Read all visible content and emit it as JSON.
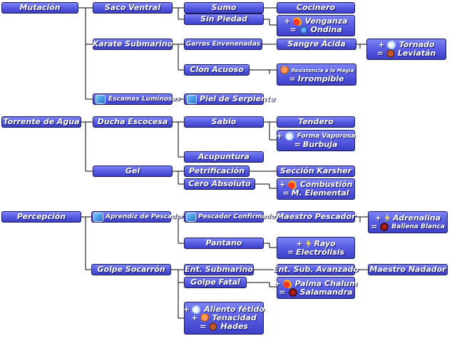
{
  "nodes": {
    "mutacion": "Mutación",
    "saco_ventral": "Saco Ventral",
    "sumo": "Sumo",
    "cocinero": "Cocinero",
    "sin_piedad": "Sin Piedad",
    "venganza_plus": "+",
    "venganza": "Venganza",
    "ondina_eq": "=",
    "ondina": "Ondina",
    "karate_submarino": "Karate Submarino",
    "garras_envenenadas": "Garras Envenenadas",
    "sangre_acida": "Sangre Ácida",
    "tornado_plus": "+",
    "tornado": "Tornado",
    "leviatan_eq": "=",
    "leviatan": "Leviatán",
    "clon_acuoso": "Clon Acuoso",
    "resistencia_magia": "Resistencia a la Magia",
    "irrompible_eq": "=",
    "irrompible": "Irrompible",
    "escamas_luminosas": "Escamas Luminosas",
    "piel_serpiente": "Piel de Serpiente",
    "torrente_agua": "Torrente de Agua",
    "ducha_escocesa": "Ducha Escocesa",
    "sabio": "Sabio",
    "tendero": "Tendero",
    "forma_vaporosa_plus": "+",
    "forma_vaporosa": "Forma Vaporosa",
    "burbuja_eq": "=",
    "burbuja": "Burbuja",
    "acupuntura": "Acupuntura",
    "gel": "Gel",
    "petrificacion": "Petrificación",
    "seccion_karsher": "Sección Karsher",
    "cero_absoluto": "Cero Absoluto",
    "combustion_plus": "+",
    "combustion": "Combustión",
    "m_elemental_eq": "=",
    "m_elemental": "M. Elemental",
    "percepcion": "Percepción",
    "aprendiz_pescador": "Aprendiz de Pescador",
    "pescador_confirmado": "Pescador Confirmado",
    "maestro_pescador": "Maestro Pescador",
    "adrenalina_plus": "+",
    "adrenalina": "Adrenalina",
    "ballena_eq": "=",
    "ballena_blanca": "Ballena Blanca",
    "pantano": "Pantano",
    "rayo_plus": "+",
    "rayo": "Rayo",
    "electrolisis_eq": "=",
    "electrolisis": "Electrólisis",
    "golpe_socarron": "Golpe Socarrón",
    "ent_submarino": "Ent. Submarino",
    "ent_sub_avanzado": "Ent. Sub. Avanzado",
    "maestro_nadador": "Maestro Nadador",
    "golpe_fatal": "Golpe Fatal",
    "palma_chalum_plus": "+",
    "palma_chalum": "Palma Chalum",
    "salamandra_eq": "=",
    "salamandra": "Salamandra",
    "aliento_plus": "+",
    "aliento_fetido": "Aliento fétido",
    "tenacidad_plus": "+",
    "tenacidad": "Tenacidad",
    "hades_eq": "=",
    "hades": "Hades"
  },
  "icons": {
    "venganza": "fire-icon",
    "ondina": "water-spirit-icon",
    "tornado": "air-icon",
    "leviatan": "beast-icon",
    "resistencia": "mushroom-icon",
    "escamas": "book-icon",
    "piel": "book-icon",
    "forma_vaporosa": "air-icon",
    "combustion": "fire-icon",
    "m_elemental": "dark-icon",
    "aprendiz": "book-icon",
    "pescador_confirmado": "book-icon",
    "adrenalina": "lightning-icon",
    "ballena": "dark-icon",
    "rayo": "lightning-icon",
    "palma_chalum": "fire-icon",
    "salamandra": "dark-icon",
    "aliento": "air-icon",
    "tenacidad": "mushroom-icon",
    "hades": "beast-icon"
  },
  "colors": {
    "node_top": "#7d83f4",
    "node_bottom": "#3d3fc8",
    "node_border": "#1a1a5a",
    "connector": "#000000"
  }
}
